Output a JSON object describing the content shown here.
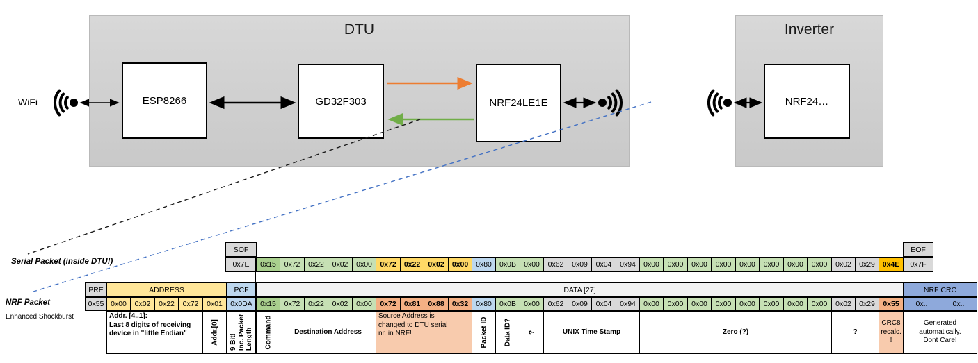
{
  "palette": {
    "gray": "#D9D9D9",
    "light_gray": "#F2F2F2",
    "green_dark": "#A9D08E",
    "green": "#C6E0B4",
    "yellow_header": "#FFE699",
    "yellow": "#FFD966",
    "gold": "#FFC000",
    "blue_light": "#BDD7EE",
    "blue": "#8EA9DB",
    "salmon": "#F4B084",
    "salmon_light": "#F8CBAD",
    "orange_arrow": "#ED7D31",
    "green_arrow": "#70AD47",
    "blue_dash": "#4472C4"
  },
  "diagram": {
    "wifi_label": "WiFi",
    "dtu": {
      "title": "DTU",
      "boxes": [
        "ESP8266",
        "GD32F303",
        "NRF24LE1E"
      ]
    },
    "inverter": {
      "title": "Inverter",
      "boxes": [
        "NRF24…"
      ]
    }
  },
  "serial_packet": {
    "label": "Serial Packet (inside DTU!)",
    "sof_header": "SOF",
    "sof_value": "0x7E",
    "eof_header": "EOF",
    "eof_value": "0x7F",
    "bytes": [
      {
        "v": "0x15",
        "c": "green_dark"
      },
      {
        "v": "0x72",
        "c": "green"
      },
      {
        "v": "0x22",
        "c": "green"
      },
      {
        "v": "0x02",
        "c": "green"
      },
      {
        "v": "0x00",
        "c": "green"
      },
      {
        "v": "0x72",
        "c": "yellow",
        "b": true
      },
      {
        "v": "0x22",
        "c": "yellow",
        "b": true
      },
      {
        "v": "0x02",
        "c": "yellow",
        "b": true
      },
      {
        "v": "0x00",
        "c": "yellow",
        "b": true
      },
      {
        "v": "0x80",
        "c": "blue_light"
      },
      {
        "v": "0x0B",
        "c": "green"
      },
      {
        "v": "0x00",
        "c": "green"
      },
      {
        "v": "0x62",
        "c": "gray"
      },
      {
        "v": "0x09",
        "c": "gray"
      },
      {
        "v": "0x04",
        "c": "gray"
      },
      {
        "v": "0x94",
        "c": "gray"
      },
      {
        "v": "0x00",
        "c": "green"
      },
      {
        "v": "0x00",
        "c": "green"
      },
      {
        "v": "0x00",
        "c": "green"
      },
      {
        "v": "0x00",
        "c": "green"
      },
      {
        "v": "0x00",
        "c": "green"
      },
      {
        "v": "0x00",
        "c": "green"
      },
      {
        "v": "0x00",
        "c": "green"
      },
      {
        "v": "0x00",
        "c": "green"
      },
      {
        "v": "0x02",
        "c": "gray"
      },
      {
        "v": "0x29",
        "c": "gray"
      },
      {
        "v": "0x4E",
        "c": "gold",
        "b": true
      }
    ]
  },
  "nrf_packet": {
    "label": "NRF Packet",
    "sublabel": "Enhanced Shockburst",
    "headers": [
      {
        "t": "PRE",
        "c": "gray"
      },
      {
        "t": "ADDRESS",
        "c": "yellow_header"
      },
      {
        "t": "PCF",
        "c": "blue_light"
      },
      {
        "t": "DATA [27]",
        "c": "light_gray"
      },
      {
        "t": "NRF CRC",
        "c": "blue"
      }
    ],
    "cells": [
      {
        "v": "0x55",
        "c": "gray"
      },
      {
        "v": "0x00",
        "c": "yellow_header"
      },
      {
        "v": "0x02",
        "c": "yellow_header"
      },
      {
        "v": "0x22",
        "c": "yellow_header"
      },
      {
        "v": "0x72",
        "c": "yellow_header"
      },
      {
        "v": "0x01",
        "c": "yellow_header"
      },
      {
        "v": "0x0DA",
        "c": "blue_light"
      },
      {
        "v": "0x15",
        "c": "green_dark"
      },
      {
        "v": "0x72",
        "c": "green"
      },
      {
        "v": "0x22",
        "c": "green"
      },
      {
        "v": "0x02",
        "c": "green"
      },
      {
        "v": "0x00",
        "c": "green"
      },
      {
        "v": "0x72",
        "c": "salmon",
        "b": true
      },
      {
        "v": "0x81",
        "c": "salmon",
        "b": true
      },
      {
        "v": "0x88",
        "c": "salmon",
        "b": true
      },
      {
        "v": "0x32",
        "c": "salmon",
        "b": true
      },
      {
        "v": "0x80",
        "c": "blue_light"
      },
      {
        "v": "0x0B",
        "c": "green"
      },
      {
        "v": "0x00",
        "c": "green"
      },
      {
        "v": "0x62",
        "c": "gray"
      },
      {
        "v": "0x09",
        "c": "gray"
      },
      {
        "v": "0x04",
        "c": "gray"
      },
      {
        "v": "0x94",
        "c": "gray"
      },
      {
        "v": "0x00",
        "c": "green"
      },
      {
        "v": "0x00",
        "c": "green"
      },
      {
        "v": "0x00",
        "c": "green"
      },
      {
        "v": "0x00",
        "c": "green"
      },
      {
        "v": "0x00",
        "c": "green"
      },
      {
        "v": "0x00",
        "c": "green"
      },
      {
        "v": "0x00",
        "c": "green"
      },
      {
        "v": "0x00",
        "c": "green"
      },
      {
        "v": "0x02",
        "c": "gray"
      },
      {
        "v": "0x29",
        "c": "gray"
      },
      {
        "v": "0x55",
        "c": "salmon",
        "b": true
      },
      {
        "v": "0x..",
        "c": "blue"
      },
      {
        "v": "0x..",
        "c": "blue"
      }
    ],
    "annotations": [
      {
        "id": "addr-41-note",
        "span": 4,
        "style": "hleft",
        "bold": true,
        "lines": [
          "Addr. [4..1]:",
          "Last 8 digits of receiving",
          "device in \"little Endian\""
        ]
      },
      {
        "id": "addr-0-note",
        "span": 1,
        "style": "v",
        "bold": true,
        "lines": [
          "Addr.[0]"
        ]
      },
      {
        "id": "pcf-note",
        "span": 1,
        "style": "v",
        "bold": true,
        "lines": [
          "9 Bit!",
          "Inc. Packet",
          "Length"
        ]
      },
      {
        "id": "command-note",
        "span": 1,
        "style": "v",
        "bold": true,
        "lines": [
          "Command"
        ]
      },
      {
        "id": "destination-note",
        "span": 4,
        "style": "h",
        "bold": true,
        "lines": [
          "Destination Address"
        ]
      },
      {
        "id": "source-note",
        "span": 4,
        "style": "hleft",
        "bg": "salmon_light",
        "lines": [
          "Source Address is",
          "changed to DTU serial",
          "nr. in NRF!"
        ]
      },
      {
        "id": "packet-id-note",
        "span": 1,
        "style": "v",
        "bold": true,
        "lines": [
          "Packet ID"
        ]
      },
      {
        "id": "data-id-note",
        "span": 1,
        "style": "v",
        "bold": true,
        "lines": [
          "Data ID?"
        ]
      },
      {
        "id": "unknown-vertical-note",
        "span": 1,
        "style": "v",
        "bold": true,
        "lines": [
          "?"
        ]
      },
      {
        "id": "unix-timestamp-note",
        "span": 4,
        "style": "h",
        "bold": true,
        "lines": [
          "UNIX Time Stamp"
        ]
      },
      {
        "id": "zero-note",
        "span": 8,
        "style": "h",
        "bold": true,
        "lines": [
          "Zero (?)"
        ]
      },
      {
        "id": "unknown-note",
        "span": 2,
        "style": "h",
        "bold": true,
        "lines": [
          "?"
        ]
      },
      {
        "id": "crc8-note",
        "span": 1,
        "style": "h",
        "bg": "salmon_light",
        "lines": [
          "CRC8",
          "recalc.",
          "!"
        ]
      },
      {
        "id": "crc-generated-note",
        "span": 2,
        "style": "h",
        "lines": [
          "Generated",
          "automatically.",
          "Dont Care!"
        ]
      }
    ]
  }
}
